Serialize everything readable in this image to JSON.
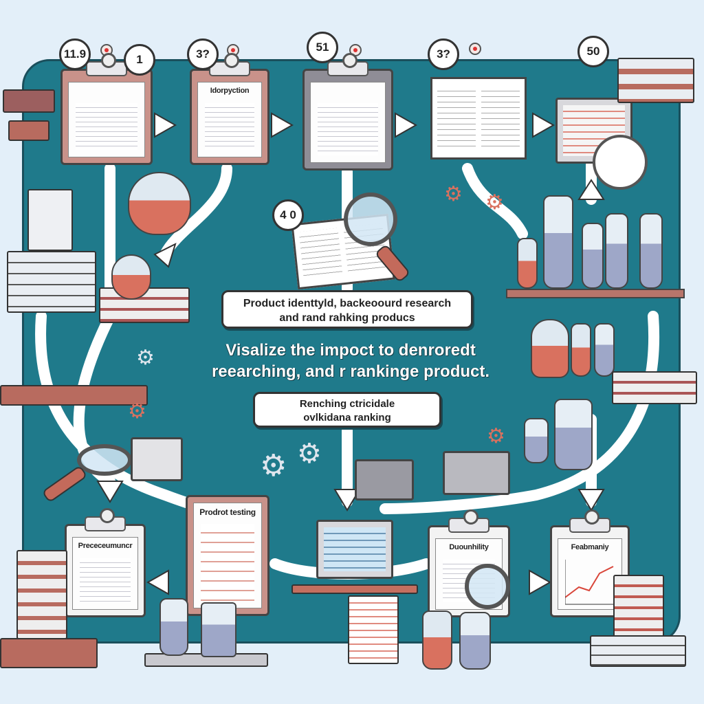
{
  "step_badges": [
    "11.9",
    "1",
    "3?",
    "51",
    "3?",
    "50",
    "4 0"
  ],
  "clipboards_top": [
    {
      "label": ""
    },
    {
      "label": "Idorpyction"
    },
    {
      "label": ""
    },
    {
      "label": ""
    },
    {
      "label": ""
    }
  ],
  "clipboards_bottom": [
    {
      "label": "Prececeumuncr"
    },
    {
      "label": "Prodrot testing"
    },
    {
      "label": ""
    },
    {
      "label": "Duounhility"
    },
    {
      "label": "Feabmaniy"
    }
  ],
  "center_box_1": {
    "line1": "Product identtyld, backeoourd research",
    "line2": "and rand rahking producs"
  },
  "headline": {
    "line1": "Visalize the impoct to denroredt",
    "line2": "reearching, and r rankinge product."
  },
  "center_box_2": {
    "line1": "Renching ctricidale",
    "line2": "ovlkidana ranking"
  },
  "colors": {
    "panel": "#1f7a8b",
    "background": "#e3eff9",
    "accent": "#d9715f"
  }
}
